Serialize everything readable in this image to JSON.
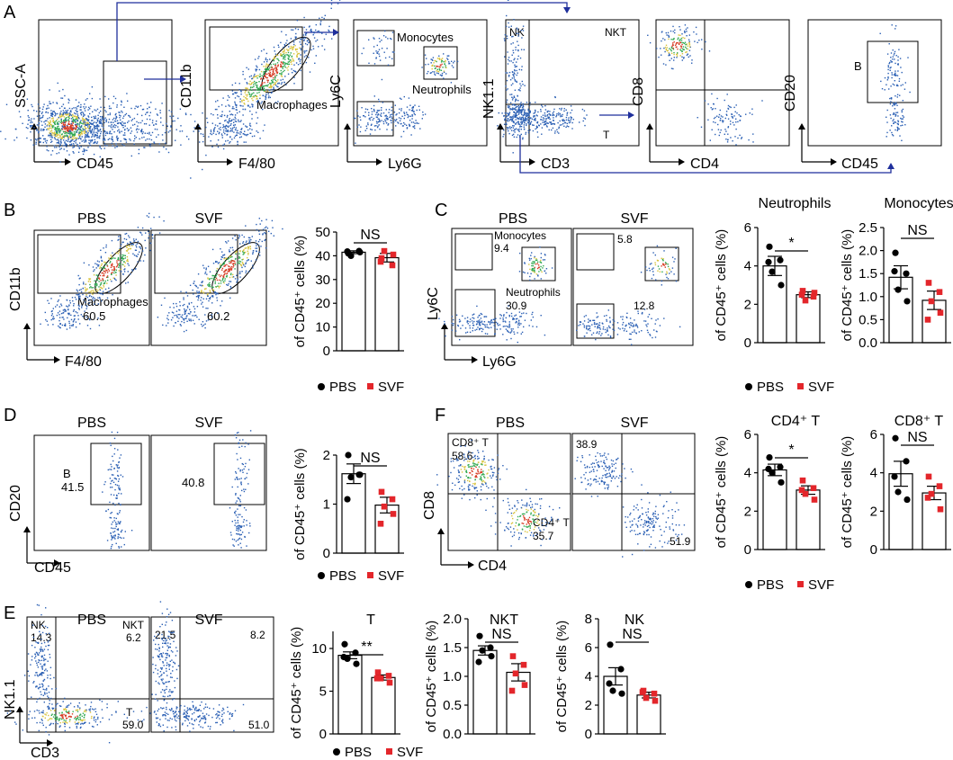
{
  "colors": {
    "pbs": "#000000",
    "svf": "#e3262b",
    "arrow": "#1f2f9c",
    "dot_low": "#2a5fb4",
    "dot_high": "#d63a22"
  },
  "panel_letters": [
    "A",
    "B",
    "C",
    "D",
    "F",
    "E"
  ],
  "panelA": {
    "plots": [
      {
        "x_label": "CD45",
        "y_label": "SSC-A",
        "gates": []
      },
      {
        "x_label": "F4/80",
        "y_label": "CD11b",
        "gates": [
          "Macrophages"
        ]
      },
      {
        "x_label": "Ly6G",
        "y_label": "Ly6C",
        "gates": [
          "Monocytes",
          "Neutrophils"
        ]
      },
      {
        "x_label": "CD3",
        "y_label": "NK1.1",
        "gates": [
          "NK",
          "NKT",
          "T"
        ]
      },
      {
        "x_label": "CD4",
        "y_label": "CD8",
        "gates": []
      },
      {
        "x_label": "CD45",
        "y_label": "CD20",
        "gates": [
          "B"
        ]
      }
    ]
  },
  "groups": [
    "PBS",
    "SVF"
  ],
  "legend": {
    "pbs": "PBS",
    "svf": "SVF"
  },
  "flow_panels": {
    "B": {
      "x_label": "F4/80",
      "y_label": "CD11b",
      "pbs_title": "PBS",
      "svf_title": "SVF",
      "pbs_gate_labels": [
        "Macrophages",
        "60.5"
      ],
      "svf_gate_labels": [
        "60.2"
      ]
    },
    "C": {
      "x_label": "Ly6G",
      "y_label": "Ly6C",
      "pbs_title": "PBS",
      "svf_title": "SVF",
      "pbs_gate_labels": [
        "Monocytes",
        "9.4",
        "Neutrophils",
        "30.9"
      ],
      "svf_gate_labels": [
        "5.8",
        "12.8"
      ]
    },
    "D": {
      "x_label": "CD45",
      "y_label": "CD20",
      "pbs_title": "PBS",
      "svf_title": "SVF",
      "pbs_gate_labels": [
        "B",
        "41.5"
      ],
      "svf_gate_labels": [
        "40.8"
      ]
    },
    "F": {
      "x_label": "CD4",
      "y_label": "CD8",
      "pbs_title": "PBS",
      "svf_title": "SVF",
      "pbs_gate_labels": [
        "CD8⁺ T",
        "58.6",
        "CD4⁺ T",
        "35.7"
      ],
      "svf_gate_labels": [
        "38.9",
        "51.9"
      ]
    },
    "E": {
      "x_label": "CD3",
      "y_label": "NK1.1",
      "pbs_title": "PBS",
      "svf_title": "SVF",
      "pbs_gate_labels": [
        "NK",
        "14.3",
        "NKT",
        "6.2",
        "T",
        "59.0"
      ],
      "svf_gate_labels": [
        "21.5",
        "8.2",
        "51.0"
      ]
    }
  },
  "chart_data": [
    {
      "id": "B_mac",
      "type": "bar",
      "title": "",
      "significance": "NS",
      "ylabel": "of CD45⁺ cells (%)",
      "ylim": [
        0,
        50
      ],
      "yticks": [
        0,
        10,
        20,
        30,
        40,
        50
      ],
      "tick_labels": [
        "0",
        "10",
        "20",
        "30",
        "40",
        "50"
      ],
      "categories": [
        "PBS",
        "SVF"
      ],
      "means": [
        41.5,
        39.2
      ],
      "sem": [
        0.6,
        1.8
      ],
      "points": [
        [
          41.0,
          42.0,
          40.0,
          41.5,
          41.8
        ],
        [
          39.0,
          36.0,
          42.0,
          40.5,
          37.5
        ]
      ]
    },
    {
      "id": "C_neu",
      "type": "bar",
      "title": "Neutrophils",
      "significance": "*",
      "ylabel": "of CD45⁺ cells (%)",
      "ylim": [
        0,
        6
      ],
      "yticks": [
        0,
        2,
        4,
        6
      ],
      "tick_labels": [
        "0",
        "2",
        "4",
        "6"
      ],
      "categories": [
        "PBS",
        "SVF"
      ],
      "means": [
        4.0,
        2.5
      ],
      "sem": [
        0.5,
        0.15
      ],
      "points": [
        [
          5.0,
          4.3,
          3.7,
          3.0,
          4.2
        ],
        [
          2.7,
          2.4,
          2.2,
          2.6,
          2.5
        ]
      ]
    },
    {
      "id": "C_mono",
      "type": "bar",
      "title": "Monocytes",
      "significance": "NS",
      "ylabel": "of CD45⁺ cells (%)",
      "ylim": [
        0,
        2.5
      ],
      "yticks": [
        0,
        0.5,
        1.0,
        1.5,
        2.0,
        2.5
      ],
      "tick_labels": [
        "0.0",
        "0.5",
        "1.0",
        "1.5",
        "2.0",
        "2.5"
      ],
      "categories": [
        "PBS",
        "SVF"
      ],
      "means": [
        1.42,
        0.92
      ],
      "sem": [
        0.25,
        0.2
      ],
      "points": [
        [
          1.95,
          1.5,
          1.15,
          0.9,
          1.55
        ],
        [
          1.3,
          1.1,
          0.9,
          0.65,
          0.5
        ]
      ]
    },
    {
      "id": "D_b",
      "type": "bar",
      "title": "",
      "significance": "NS",
      "ylabel": "of CD45⁺ cells (%)",
      "ylim": [
        0,
        2
      ],
      "yticks": [
        0,
        1,
        2
      ],
      "tick_labels": [
        "0",
        "1",
        "2"
      ],
      "categories": [
        "PBS",
        "SVF"
      ],
      "means": [
        1.62,
        0.98
      ],
      "sem": [
        0.2,
        0.16
      ],
      "points": [
        [
          2.0,
          1.6,
          1.55,
          1.6,
          1.1
        ],
        [
          1.25,
          1.1,
          0.95,
          0.8,
          0.6
        ]
      ]
    },
    {
      "id": "F_cd4",
      "type": "bar",
      "title": "CD4⁺ T",
      "significance": "*",
      "ylabel": "of CD45⁺ cells (%)",
      "ylim": [
        0,
        6
      ],
      "yticks": [
        0,
        2,
        4,
        6
      ],
      "tick_labels": [
        "0",
        "2",
        "4",
        "6"
      ],
      "categories": [
        "PBS",
        "SVF"
      ],
      "means": [
        4.15,
        3.1
      ],
      "sem": [
        0.3,
        0.22
      ],
      "points": [
        [
          4.8,
          4.3,
          4.0,
          3.5,
          4.2
        ],
        [
          3.6,
          3.2,
          2.9,
          2.6,
          3.1
        ]
      ]
    },
    {
      "id": "F_cd8",
      "type": "bar",
      "title": "CD8⁺ T",
      "significance": "NS",
      "ylabel": "of CD45⁺ cells (%)",
      "ylim": [
        0,
        6
      ],
      "yticks": [
        0,
        2,
        4,
        6
      ],
      "tick_labels": [
        "0",
        "2",
        "4",
        "6"
      ],
      "categories": [
        "PBS",
        "SVF"
      ],
      "means": [
        3.95,
        2.95
      ],
      "sem": [
        0.65,
        0.35
      ],
      "points": [
        [
          5.8,
          4.6,
          3.0,
          2.6,
          3.8
        ],
        [
          3.8,
          3.3,
          2.9,
          2.1,
          2.7
        ]
      ]
    },
    {
      "id": "E_t",
      "type": "bar",
      "title": "T",
      "significance": "**",
      "ylabel": "of CD45⁺ cells (%)",
      "ylim": [
        0,
        12
      ],
      "yticks": [
        0,
        5,
        10
      ],
      "tick_labels": [
        "0",
        "5",
        "10"
      ],
      "categories": [
        "PBS",
        "SVF"
      ],
      "means": [
        9.2,
        6.6
      ],
      "sem": [
        0.4,
        0.3
      ],
      "points": [
        [
          10.5,
          9.5,
          8.8,
          8.2,
          9.0
        ],
        [
          7.2,
          6.8,
          6.5,
          6.0,
          6.5
        ]
      ]
    },
    {
      "id": "E_nkt",
      "type": "bar",
      "title": "NKT",
      "significance": "NS",
      "ylabel": "of CD45⁺ cells (%)",
      "ylim": [
        0,
        2.0
      ],
      "yticks": [
        0,
        0.5,
        1.0,
        1.5,
        2.0
      ],
      "tick_labels": [
        "0.0",
        "0.5",
        "1.0",
        "1.5",
        "2.0"
      ],
      "categories": [
        "PBS",
        "SVF"
      ],
      "means": [
        1.45,
        1.07
      ],
      "sem": [
        0.08,
        0.15
      ],
      "points": [
        [
          1.7,
          1.5,
          1.45,
          1.35,
          1.25
        ],
        [
          1.35,
          1.2,
          1.05,
          0.85,
          0.75
        ]
      ]
    },
    {
      "id": "E_nk",
      "type": "bar",
      "title": "NK",
      "significance": "NS",
      "ylabel": "of CD45⁺ cells (%)",
      "ylim": [
        0,
        8
      ],
      "yticks": [
        0,
        2,
        4,
        6,
        8
      ],
      "tick_labels": [
        "0",
        "2",
        "4",
        "6",
        "8"
      ],
      "categories": [
        "PBS",
        "SVF"
      ],
      "means": [
        4.0,
        2.7
      ],
      "sem": [
        0.6,
        0.2
      ],
      "points": [
        [
          6.2,
          4.5,
          3.0,
          2.8,
          3.5
        ],
        [
          3.0,
          2.8,
          2.5,
          2.3,
          2.9
        ]
      ]
    }
  ]
}
